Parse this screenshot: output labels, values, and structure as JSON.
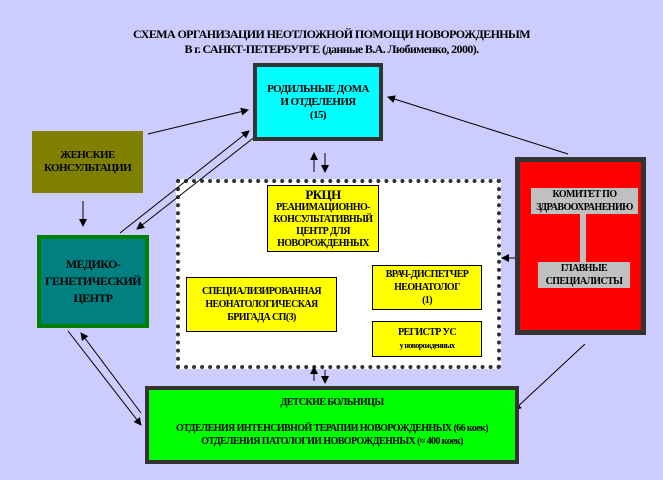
{
  "title": {
    "line1": "СХЕМА ОРГАНИЗАЦИИ НЕОТЛОЖНОЙ ПОМОЩИ НОВОРОЖДЕННЫМ",
    "line2": "В г. САНКТ-ПЕТЕРБУРГЕ  (данные В.А. Любименко, 2000)."
  },
  "nodes": {
    "roddoma": {
      "lines": [
        "РОДИЛЬНЫЕ ДОМА",
        "И ОТДЕЛЕНИЯ",
        "(15)"
      ],
      "color": "#00ffff"
    },
    "zhensk": {
      "lines": [
        "ЖЕНСКИЕ",
        "КОНСУЛЬТАЦИИ"
      ],
      "color": "#808000"
    },
    "medgen": {
      "lines": [
        "МЕДИКО-",
        "ГЕНЕТИЧЕСКИЙ",
        "ЦЕНТР"
      ],
      "color": "#008080"
    },
    "rkcn": {
      "lines": [
        "РКЦН",
        "РЕАНИМАЦИОННО-",
        "КОНСУЛЬТАТИВНЫЙ",
        "ЦЕНТР ДЛЯ",
        "НОВОРОЖДЕННЫХ"
      ],
      "color": "#ffff00"
    },
    "brigada": {
      "lines": [
        "СПЕЦИАЛИЗИРОВАННАЯ",
        "НЕОНАТОЛОГИЧЕСКАЯ",
        "БРИГАДА СП(3)"
      ],
      "color": "#ffff00"
    },
    "dispatch": {
      "lines": [
        "ВРАЧ-ДИСПЕТЧЕР",
        "НЕОНАТОЛОГ",
        "(1)"
      ],
      "color": "#ffff00"
    },
    "registr": {
      "lines": [
        "РЕГИСТР  УС",
        "у новорожденных"
      ],
      "color": "#ffff00"
    },
    "komitet": {
      "top": [
        "КОМИТЕТ ПО",
        "ЗДРАВООХРАНЕНИЮ"
      ],
      "bottom": [
        "ГЛАВНЫЕ",
        "СПЕЦИАЛИСТЫ"
      ],
      "color": "#ff0000"
    },
    "detskie": {
      "lines": [
        "ДЕТСКИЕ  БОЛЬНИЦЫ",
        "",
        "ОТДЕЛЕНИЯ ИНТЕНСИВНОЙ ТЕРАПИИ НОВОРОЖДЕННЫХ   (66 коек)",
        "ОТДЕЛЕНИЯ ПАТОЛОГИИ НОВОРОЖДЕННЫХ (≈ 400 коек)"
      ],
      "color": "#00ff00"
    }
  },
  "connections": [
    {
      "from": "zhensk",
      "to": "roddoma"
    },
    {
      "from": "zhensk",
      "to": "medgen"
    },
    {
      "from": "medgen",
      "to": "roddoma"
    },
    {
      "from": "roddoma",
      "to": "medgen"
    },
    {
      "from": "komitet",
      "to": "roddoma"
    },
    {
      "from": "komitet",
      "to": "rkcn-group"
    },
    {
      "from": "komitet",
      "to": "detskie"
    },
    {
      "from": "rkcn-group",
      "to": "roddoma"
    },
    {
      "from": "roddoma",
      "to": "rkcn-group"
    },
    {
      "from": "rkcn-group",
      "to": "detskie"
    },
    {
      "from": "detskie",
      "to": "rkcn-group"
    },
    {
      "from": "medgen",
      "to": "detskie"
    },
    {
      "from": "detskie",
      "to": "medgen"
    }
  ],
  "colors": {
    "background": "#ccccff",
    "border": "#333333"
  }
}
